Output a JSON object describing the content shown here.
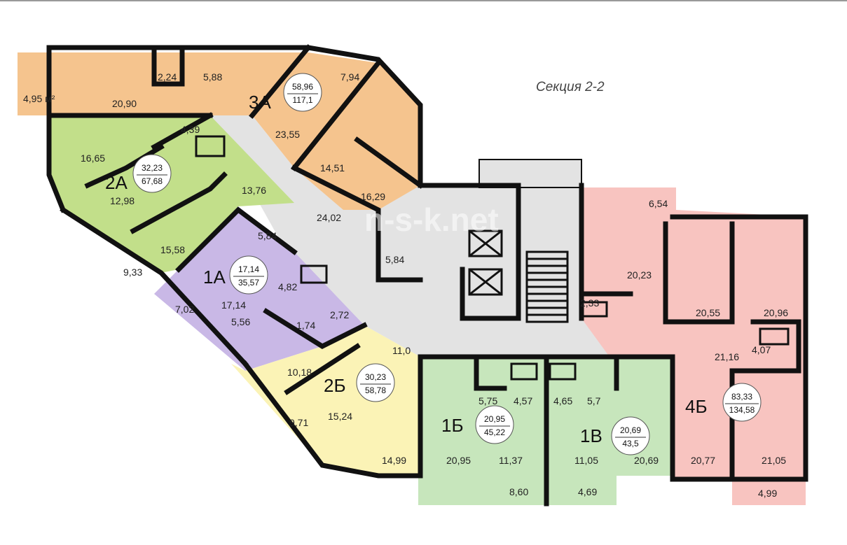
{
  "title": "Секция 2-2",
  "watermark": "n-s-k.net",
  "colors": {
    "orange": "#f5c48e",
    "green": "#c2df8a",
    "purple": "#c9b8e6",
    "yellow": "#fbf3b6",
    "mint": "#c7e6bc",
    "pink": "#f8c4c0",
    "corridor": "#e3e3e3"
  },
  "apartments": {
    "a3": {
      "type": "3А",
      "living": "58,96",
      "total": "117,1"
    },
    "a2": {
      "type": "2А",
      "living": "32,23",
      "total": "67,68"
    },
    "a1": {
      "type": "1А",
      "living": "17,14",
      "total": "35,57"
    },
    "b2": {
      "type": "2Б",
      "living": "30,23",
      "total": "58,78"
    },
    "b1": {
      "type": "1Б",
      "living": "20,95",
      "total": "45,22"
    },
    "v1": {
      "type": "1В",
      "living": "20,69",
      "total": "43,5"
    },
    "b4": {
      "type": "4Б",
      "living": "83,33",
      "total": "134,58"
    }
  },
  "rooms": {
    "r495": "4,95 м²",
    "r2090": "20,90",
    "r224": "2,24",
    "r588": "5,88",
    "r794": "7,94",
    "r2355": "23,55",
    "r1451": "14,51",
    "r1629": "16,29",
    "r2402": "24,02",
    "r439": "4,39",
    "r1665": "16,65",
    "r1298": "12,98",
    "r1376": "13,76",
    "r584a": "5,84",
    "r584b": "5,84",
    "r1558": "15,58",
    "r933": "9,33",
    "r482": "4,82",
    "r1714": "17,14",
    "r702": "7,02",
    "r556": "5,56",
    "r174": "1,74",
    "r272": "2,72",
    "r110": "11,0",
    "r1018": "10,18",
    "r971": "9,71",
    "r1524": "15,24",
    "r1499": "14,99",
    "r575": "5,75",
    "r457": "4,57",
    "r465": "4,65",
    "r57": "5,7",
    "r2095": "20,95",
    "r1137": "11,37",
    "r1105": "11,05",
    "r2069": "20,69",
    "r860": "8,60",
    "r469": "4,69",
    "r654": "6,54",
    "r2023": "20,23",
    "r233": "2,33",
    "r2055": "20,55",
    "r2096": "20,96",
    "r2116": "21,16",
    "r407": "4,07",
    "r2077": "20,77",
    "r2105": "21,05",
    "r499": "4,99"
  }
}
